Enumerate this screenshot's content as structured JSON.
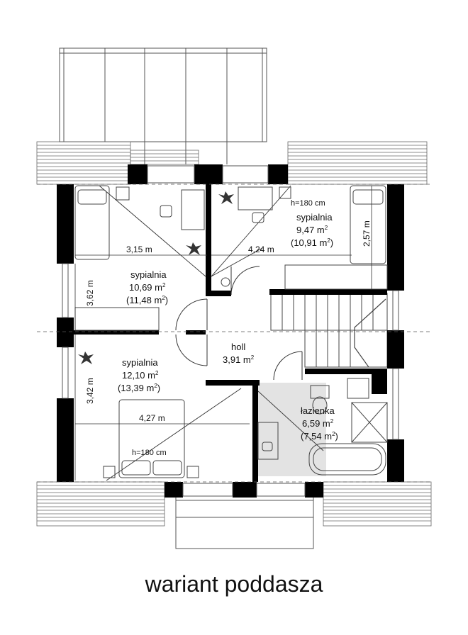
{
  "caption": "wariant poddasza",
  "rooms": [
    {
      "name": "sypialnia",
      "area": "10,69 m",
      "area_gross": "(11,48 m",
      "unit_sup": "2",
      "close": ")"
    },
    {
      "name": "sypialnia",
      "area": "9,47 m",
      "area_gross": "(10,91 m",
      "unit_sup": "2",
      "close": ")"
    },
    {
      "name": "sypialnia",
      "area": "12,10 m",
      "area_gross": "(13,39 m",
      "unit_sup": "2",
      "close": ")"
    },
    {
      "name": "holl",
      "area": "3,91 m",
      "unit_sup": "2"
    },
    {
      "name": "łazienka",
      "area": "6,59 m",
      "area_gross": "(7,54 m",
      "unit_sup": "2",
      "close": ")"
    }
  ],
  "dimensions": {
    "d1": "3,15 m",
    "d2": "4,24 m",
    "d3": "2,57 m",
    "d4": "3,62 m",
    "d5": "3,42 m",
    "d6": "4,27 m",
    "h1": "h=180 cm",
    "h2": "h=180 cm"
  },
  "colors": {
    "wall": "#000000",
    "line": "#333333",
    "bathroom_floor": "#e3e3e3",
    "dashed": "#555555"
  }
}
